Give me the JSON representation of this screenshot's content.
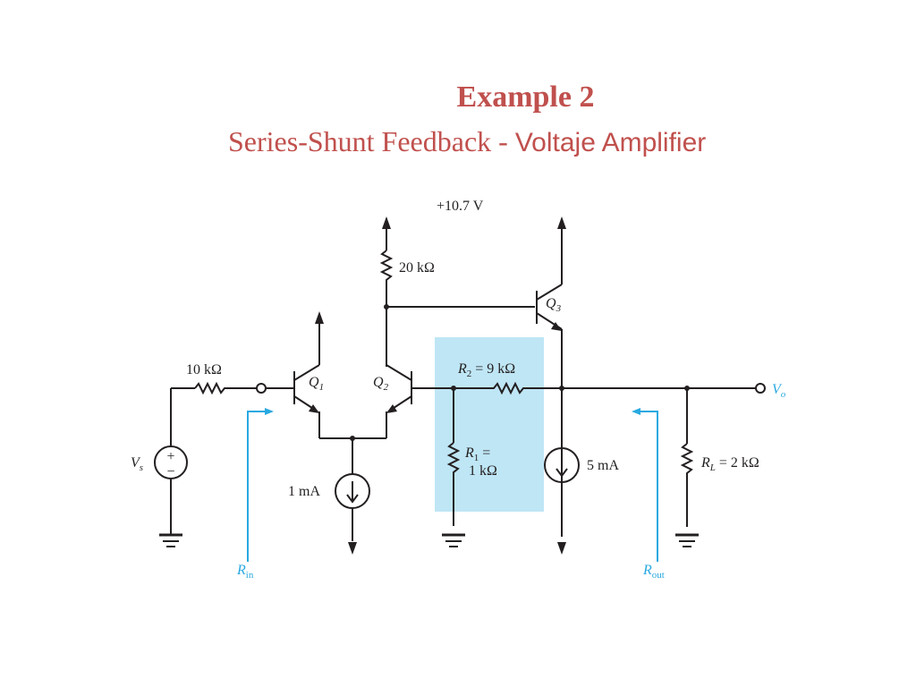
{
  "slide": {
    "title": "Example 2",
    "subtitle_part1": "Series-Shunt Feedback - ",
    "subtitle_part2": "Voltaje Amplifier"
  },
  "circuit": {
    "supply": "+10.7 V",
    "r_collector": "20 kΩ",
    "r_source": "10 kΩ",
    "q1": "Q",
    "q1_sub": "1",
    "q2": "Q",
    "q2_sub": "2",
    "q3": "Q",
    "q3_sub": "3",
    "r2_name": "R",
    "r2_sub": "2",
    "r2_value": " = 9 kΩ",
    "r1_name": "R",
    "r1_sub": "1",
    "r1_eq": " =",
    "r1_value": "1 kΩ",
    "tail_current": "1 mA",
    "output_current": "5 mA",
    "rl_name": "R",
    "rl_sub": "L",
    "rl_value": " = 2 kΩ",
    "vs_name": "V",
    "vs_sub": "s",
    "vo_name": "V",
    "vo_sub": "o",
    "rin_name": "R",
    "rin_sub": "in",
    "rout_name": "R",
    "rout_sub": "out",
    "source_plus": "+",
    "source_minus": "−"
  },
  "colors": {
    "title": "#c0504d",
    "wire": "#231f20",
    "annotation": "#29a9e0",
    "feedback_box": "#bfe6f5"
  }
}
